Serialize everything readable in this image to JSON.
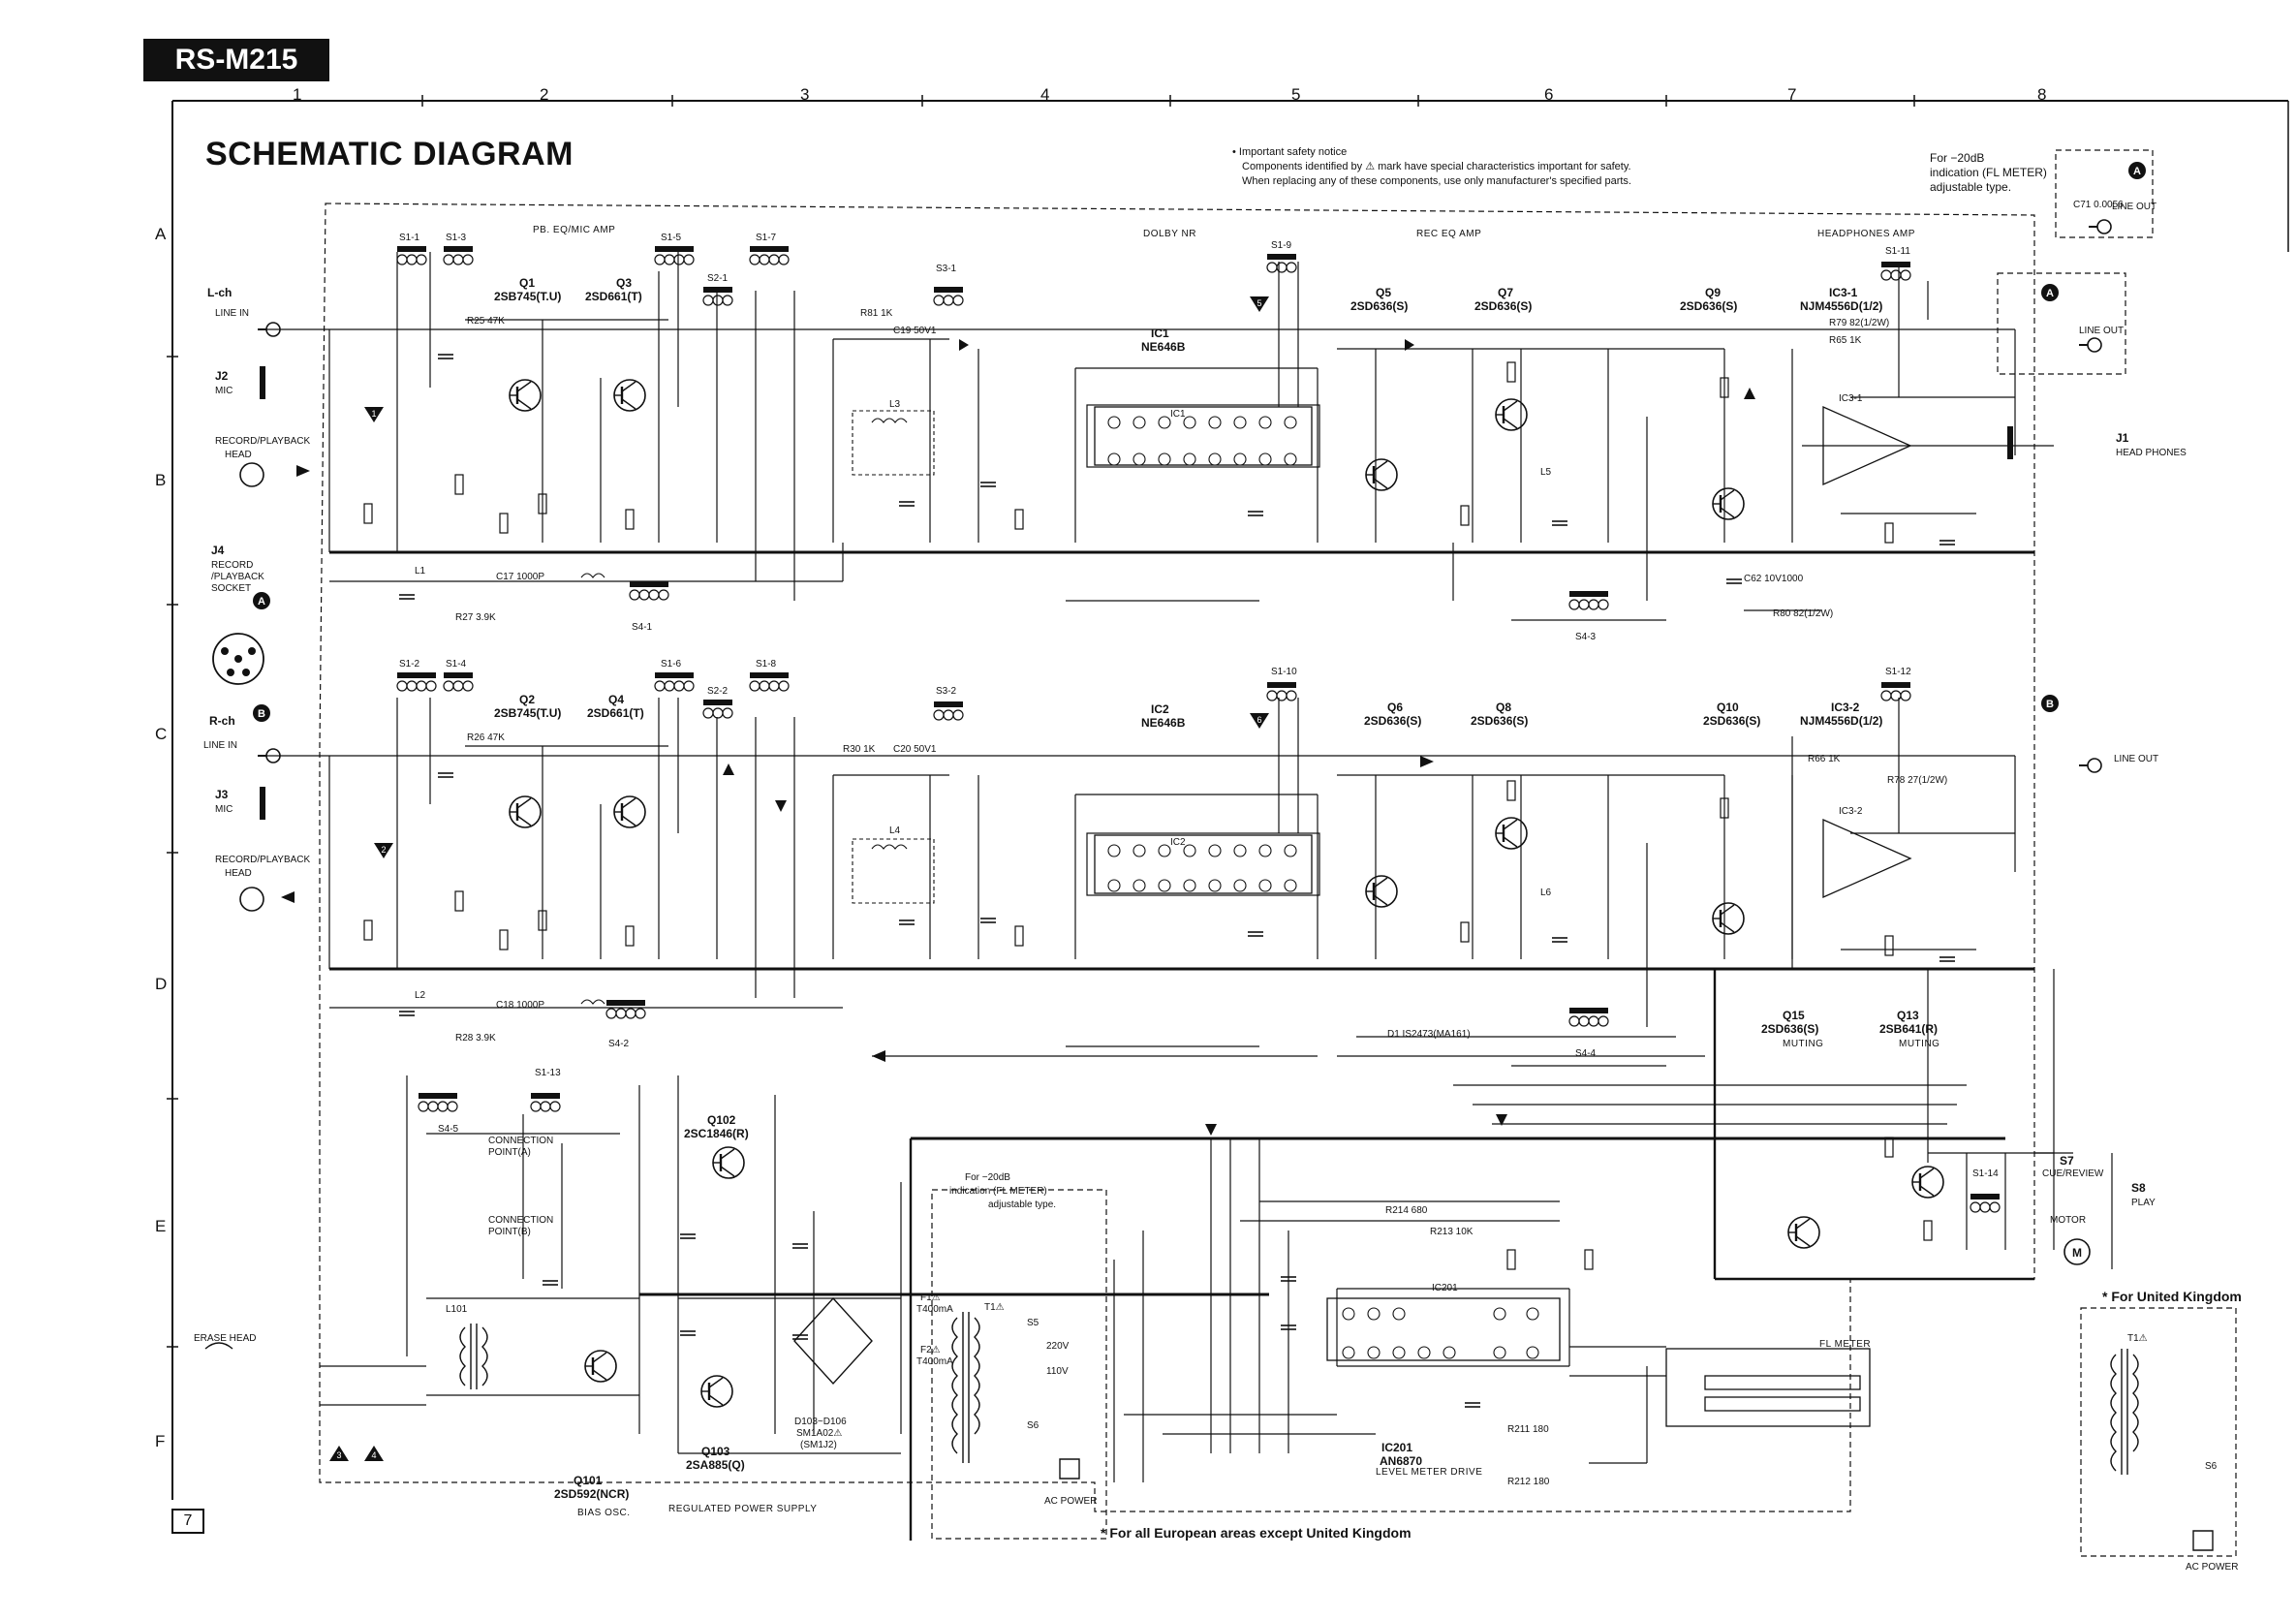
{
  "header": {
    "model": "RS-M215",
    "title": "SCHEMATIC DIAGRAM",
    "page_number": "7"
  },
  "notice": {
    "line1": "• Important safety notice",
    "line2": "Components identified by ⚠ mark have special characteristics important for safety.",
    "line3": "When replacing any of these components, use only manufacturer's specified parts."
  },
  "fl_note": {
    "line1": "For −20dB",
    "line2": "indication (FL METER)",
    "line3": "adjustable type."
  },
  "fl_note2": {
    "line1": "For −20dB",
    "line2": "indication (FL METER)",
    "line3": "adjustable type."
  },
  "grid": {
    "columns": [
      "1",
      "2",
      "3",
      "4",
      "5",
      "6",
      "7",
      "8"
    ],
    "rows": [
      "A",
      "B",
      "C",
      "D",
      "E",
      "F"
    ]
  },
  "sections": {
    "pb_eq": "PB. EQ/MIC AMP",
    "dolby": "DOLBY NR",
    "rec_eq": "REC EQ AMP",
    "headphones": "HEADPHONES AMP",
    "bias": "BIAS OSC.",
    "regulated": "REGULATED POWER SUPPLY",
    "level_meter": "LEVEL METER DRIVE",
    "muting1": "MUTING",
    "muting2": "MUTING",
    "fl_meter": "FL METER"
  },
  "io_labels": {
    "lch": "L-ch",
    "rch": "R-ch",
    "line_in_l": "LINE IN",
    "line_in_r": "LINE IN",
    "j2": "J2",
    "mic_l": "MIC",
    "j3": "J3",
    "mic_r": "MIC",
    "rp_head_l1": "RECORD/PLAYBACK",
    "rp_head_l2": "HEAD",
    "rp_head_r1": "RECORD/PLAYBACK",
    "rp_head_r2": "HEAD",
    "j4_1": "J4",
    "j4_2": "RECORD",
    "j4_3": "/PLAYBACK",
    "j4_4": "SOCKET",
    "j1": "J1",
    "headphones": "HEAD PHONES",
    "line_out_l": "LINE OUT",
    "line_out_r": "LINE OUT",
    "line_out_top": "LINE OUT",
    "erase_head": "ERASE HEAD",
    "ac_power": "AC POWER",
    "ac_power_uk": "AC POWER",
    "cue_review": "CUE/REVIEW",
    "s7": "S7",
    "s8": "S8",
    "play": "PLAY",
    "motor": "MOTOR",
    "connection_a1": "CONNECTION",
    "connection_a2": "POINT(A)",
    "connection_b1": "CONNECTION",
    "connection_b2": "POINT(B)"
  },
  "components": {
    "q1_name": "Q1",
    "q1_part": "2SB745(T.U)",
    "q3_name": "Q3",
    "q3_part": "2SD661(T)",
    "q2_name": "Q2",
    "q2_part": "2SB745(T.U)",
    "q4_name": "Q4",
    "q4_part": "2SD661(T)",
    "ic1_name": "IC1",
    "ic1_part": "NE646B",
    "ic2_name": "IC2",
    "ic2_part": "NE646B",
    "q5_name": "Q5",
    "q5_part": "2SD636(S)",
    "q7_name": "Q7",
    "q7_part": "2SD636(S)",
    "q6_name": "Q6",
    "q6_part": "2SD636(S)",
    "q8_name": "Q8",
    "q8_part": "2SD636(S)",
    "q9_name": "Q9",
    "q9_part": "2SD636(S)",
    "q10_name": "Q10",
    "q10_part": "2SD636(S)",
    "ic31_name": "IC3-1",
    "ic31_part": "NJM4556D(1/2)",
    "ic32_name": "IC3-2",
    "ic32_part": "NJM4556D(1/2)",
    "q15_name": "Q15",
    "q15_part": "2SD636(S)",
    "q13_name": "Q13",
    "q13_part": "2SB641(R)",
    "q102_name": "Q102",
    "q102_part": "2SC1846(R)",
    "q103_name": "Q103",
    "q103_part": "2SA885(Q)",
    "q101_name": "Q101",
    "q101_part": "2SD592(NCR)",
    "ic201_name": "IC201",
    "ic201_part": "AN6870",
    "d103_d106_1": "D103~D106",
    "d103_d106_2": "SM1A02⚠",
    "d103_d106_3": "(SM1J2)",
    "d1": "D1  IS2473(MA161)",
    "t1": "T1⚠",
    "f1": "F1⚠",
    "f1v": "T400mA",
    "f2": "F2⚠",
    "f2v": "T400mA",
    "s5": "S5",
    "s6": "S6",
    "v220": "220V",
    "v110": "110V",
    "l101": "L101",
    "l1": "L1",
    "l2": "L2",
    "l3": "L3",
    "l4": "L4",
    "l5": "L5",
    "l6": "L6",
    "r25": "R25 47K",
    "r26": "R26 47K",
    "r81": "R81 1K",
    "r30": "R30 1K",
    "c19": "C19 50V1",
    "c20": "C20 50V1",
    "r65": "R65 1K",
    "r66": "R66 1K",
    "r79": "R79 82(1/2W)",
    "r78": "R78 27(1/2W)",
    "c17": "C17 1000P",
    "c18": "C18 1000P",
    "r27": "R27 3.9K",
    "r28": "R28 3.9K",
    "r214": "R214 680",
    "r213": "R213 10K",
    "r211": "R211 180",
    "r212": "R212 180",
    "c71": "C71 0.0056",
    "c62": "C62 10V1000",
    "r80": "R80 82(1/2W)",
    "s7_motor": "M"
  },
  "switches": {
    "s1_1": "S1-1",
    "s1_3": "S1-3",
    "s1_5": "S1-5",
    "s1_7": "S1-7",
    "s2_1": "S2-1",
    "s3_1": "S3-1",
    "s1_9": "S1-9",
    "s1_11": "S1-11",
    "s1_2": "S1-2",
    "s1_4": "S1-4",
    "s1_6": "S1-6",
    "s1_8": "S1-8",
    "s2_2": "S2-2",
    "s3_2": "S3-2",
    "s1_10": "S1-10",
    "s1_12": "S1-12",
    "s4_1": "S4-1",
    "s4_2": "S4-2",
    "s4_3": "S4-3",
    "s4_4": "S4-4",
    "s1_13": "S1-13",
    "s4_5": "S4-5",
    "s1_14": "S1-14"
  },
  "notes": {
    "uk": "* For United Kingdom",
    "euro": "* For all European areas except United Kingdom"
  },
  "markers": {
    "a": "A",
    "b": "B",
    "tri1": "1",
    "tri2": "2",
    "tri3": "3",
    "tri4": "4",
    "tri5": "5",
    "tri6": "6"
  }
}
